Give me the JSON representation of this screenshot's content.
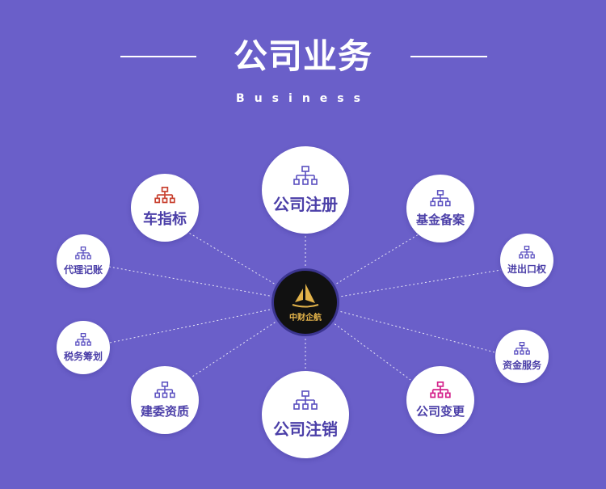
{
  "header": {
    "title": "公司业务",
    "subtitle": "Business"
  },
  "colors": {
    "background": "#6a5fc9",
    "node_text": "#4b3fa8",
    "icon_default": "#5a4fc0",
    "icon_red": "#c8402f",
    "icon_magenta": "#d4208a",
    "logo_gold": "#e3b34a"
  },
  "center": {
    "logo_text": "中财企航"
  },
  "nodes": [
    {
      "id": "register",
      "label": "公司注册",
      "icon": "org-chart-icon"
    },
    {
      "id": "cancel",
      "label": "公司注销",
      "icon": "org-chart-icon"
    },
    {
      "id": "car",
      "label": "车指标",
      "icon": "org-chart-icon"
    },
    {
      "id": "fund",
      "label": "基金备案",
      "icon": "org-chart-icon"
    },
    {
      "id": "construction",
      "label": "建委资质",
      "icon": "org-chart-icon"
    },
    {
      "id": "change",
      "label": "公司变更",
      "icon": "org-chart-icon"
    },
    {
      "id": "bookkeeping",
      "label": "代理记账",
      "icon": "org-chart-icon"
    },
    {
      "id": "tax",
      "label": "税务筹划",
      "icon": "org-chart-icon"
    },
    {
      "id": "import",
      "label": "进出口权",
      "icon": "org-chart-icon"
    },
    {
      "id": "capital",
      "label": "资金服务",
      "icon": "org-chart-icon"
    }
  ]
}
